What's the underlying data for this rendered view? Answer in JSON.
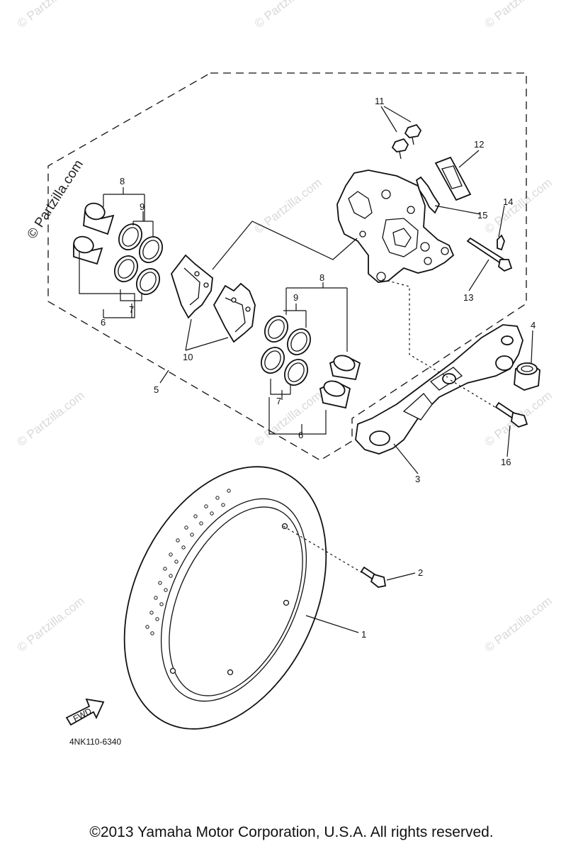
{
  "watermark_main": "© Partzilla.com",
  "watermark_faint": "© Partzilla.com",
  "diagram_code": "4NK110-6340",
  "fwd_label": "FWD",
  "copyright": "©2013  Yamaha Motor Corporation, U.S.A. All rights reserved.",
  "callouts": {
    "c1": "1",
    "c2": "2",
    "c3": "3",
    "c4": "4",
    "c5": "5",
    "c6a": "6",
    "c6b": "6",
    "c7a": "7",
    "c7b": "7",
    "c8a": "8",
    "c8b": "8",
    "c9a": "9",
    "c9b": "9",
    "c10": "10",
    "c11": "11",
    "c12": "12",
    "c13": "13",
    "c14": "14",
    "c15": "15",
    "c16": "16"
  }
}
